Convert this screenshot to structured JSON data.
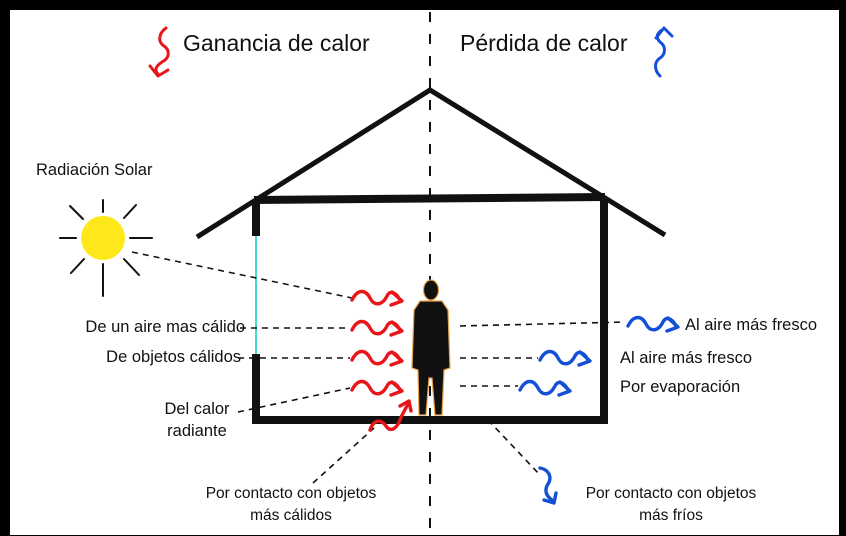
{
  "heading": {
    "gain": "Ganancia de calor",
    "loss": "Pérdida de calor"
  },
  "labels": {
    "solar": "Radiación Solar",
    "warm_air": "De un aire mas cálido",
    "warm_objects": "De objetos cálidos",
    "radiant_heat_line1": "Del calor",
    "radiant_heat_line2": "radiante",
    "contact_warm_line1": "Por contacto con objetos",
    "contact_warm_line2": "más cálidos",
    "cool_air_outside": "Al aire más fresco",
    "cool_air_inside": "Al aire más fresco",
    "evaporation": "Por evaporación",
    "contact_cold_line1": "Por contacto con objetos",
    "contact_cold_line2": "más fríos"
  },
  "colors": {
    "gain": "#e8151b",
    "loss": "#1450d6",
    "sun": "#ffe81a",
    "window": "#43d9cf",
    "house": "#111111"
  },
  "icons": [
    "gain-arrow-icon",
    "loss-arrow-icon",
    "sun-icon",
    "person-icon",
    "red-wavy-arrow-icon",
    "blue-wavy-arrow-icon"
  ]
}
